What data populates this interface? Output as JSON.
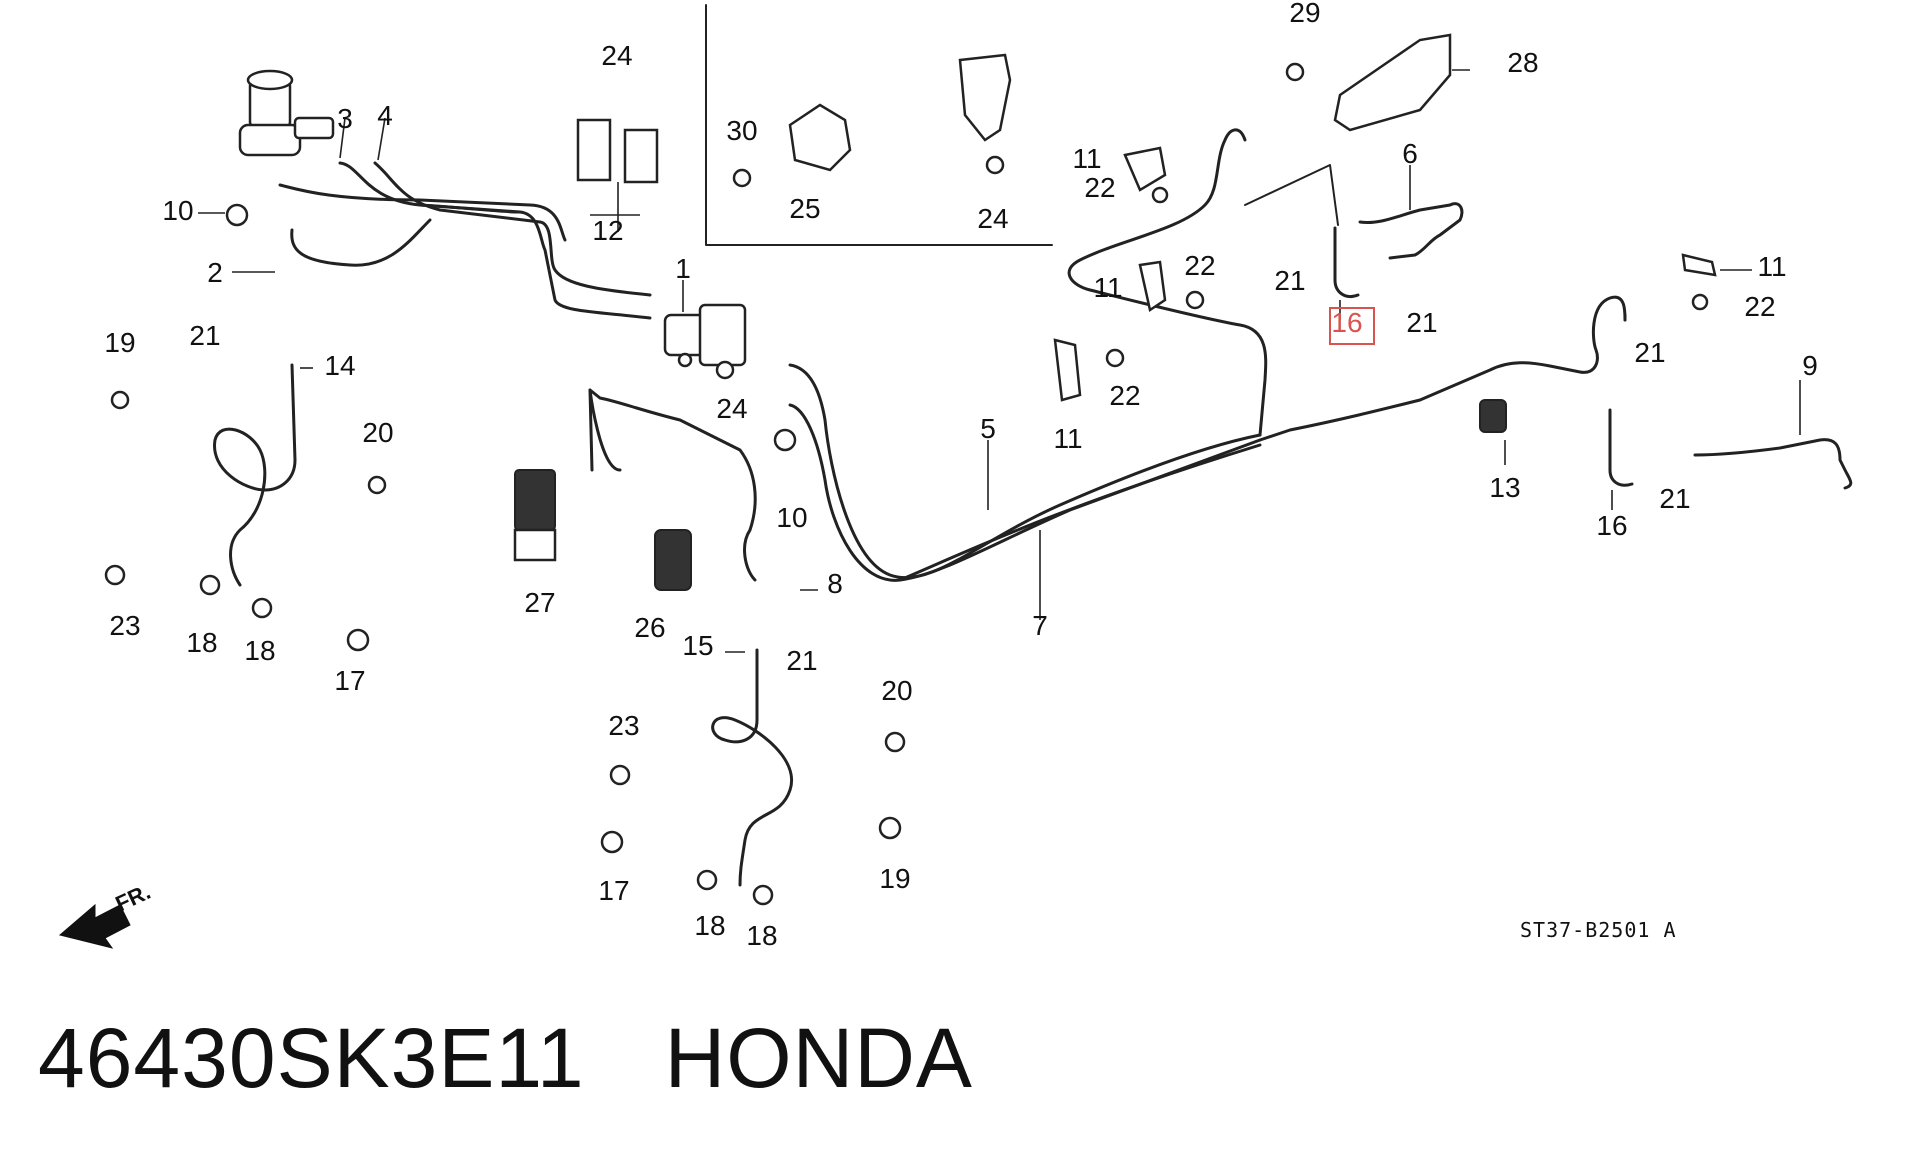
{
  "caption": {
    "part_number": "46430SK3E11",
    "brand": "HONDA"
  },
  "diagram": {
    "reference_code": "ST37-B2501 A",
    "direction_label": "FR.",
    "highlighted_part": "16",
    "callouts": [
      "1",
      "2",
      "3",
      "4",
      "5",
      "6",
      "7",
      "8",
      "9",
      "10",
      "10",
      "11",
      "11",
      "11",
      "11",
      "12",
      "13",
      "14",
      "15",
      "16",
      "16",
      "17",
      "17",
      "18",
      "18",
      "18",
      "18",
      "19",
      "19",
      "20",
      "20",
      "21",
      "21",
      "21",
      "21",
      "21",
      "21",
      "22",
      "22",
      "22",
      "22",
      "23",
      "23",
      "24",
      "24",
      "24",
      "25",
      "26",
      "27",
      "28",
      "29",
      "30"
    ]
  }
}
